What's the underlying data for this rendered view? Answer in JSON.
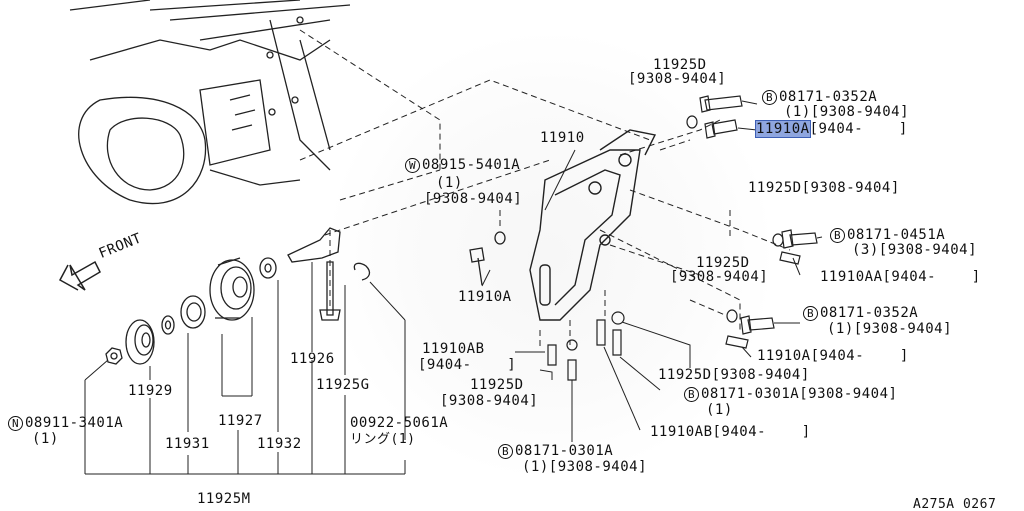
{
  "labels": {
    "p11925D_a": "11925D",
    "p11925D_a_d": "[9308-9404]",
    "p08171_0352A_a": "08171-0352A",
    "p08171_0352A_a_d": "(1)[9308-9404]",
    "p11910A_hl": "11910A",
    "p11910A_hl_d": "[9404-    ]",
    "p11910": "11910",
    "p08915": "08915-5401A",
    "p08915_q": "(1)",
    "p08915_d": "[9308-9404]",
    "p11925D_b": "11925D[9308-9404]",
    "p08171_0451A": "08171-0451A",
    "p08171_0451A_d": "(3)[9308-9404]",
    "p11910AA": "11910AA[9404-    ]",
    "p11925D_c": "11925D",
    "p11925D_c_d": "[9308-9404]",
    "p11910A_left": "11910A",
    "p08171_0352A_b": "08171-0352A",
    "p08171_0352A_b_d": "(1)[9308-9404]",
    "p11910A_b": "11910A[9404-    ]",
    "front": "FRONT",
    "p11926": "11926",
    "p11910AB_a": "11910AB",
    "p11910AB_a_d": "[9404-    ]",
    "p11929": "11929",
    "p11925G": "11925G",
    "p11925D_d": "11925D[9308-9404]",
    "p11925D_e": "11925D",
    "p11925D_e_d": "[9308-9404]",
    "p08171_0301A_a": "08171-0301A[9308-9404]",
    "p08171_0301A_a_q": "(1)",
    "p11927": "11927",
    "p08911": "08911-3401A",
    "p08911_q": "(1)",
    "p00922": "00922-5061A",
    "p00922_d": "リング(1)",
    "p11931": "11931",
    "p11932": "11932",
    "p11910AB_b": "11910AB[9404-    ]",
    "p08171_0301A_b": "08171-0301A",
    "p08171_0301A_b_d": "(1)[9308-9404]",
    "p11925M": "11925M",
    "fig_code": "A275A 0267"
  },
  "circled": {
    "B": "B",
    "W": "W",
    "N": "N"
  },
  "highlight_color": "#8fa6df"
}
